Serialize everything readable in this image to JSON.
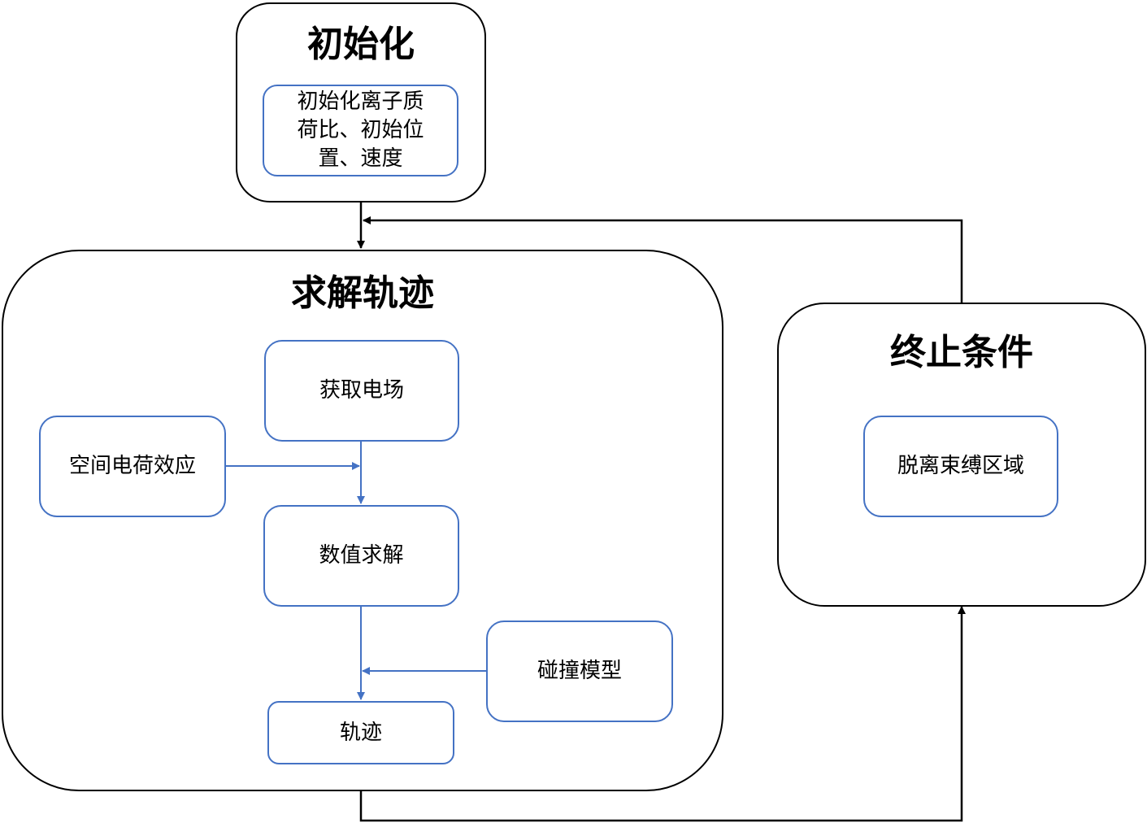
{
  "diagram": {
    "colors": {
      "container_border": "#000000",
      "node_border": "#4472c4",
      "inner_arrow": "#4472c4",
      "outer_arrow": "#000000"
    },
    "init": {
      "title": "初始化",
      "node": {
        "lines": [
          "初始化离子质",
          "荷比、初始位",
          "置、速度"
        ]
      }
    },
    "solve": {
      "title": "求解轨迹",
      "nodes": {
        "get_field": "获取电场",
        "space_charge": "空间电荷效应",
        "numeric_solve": "数值求解",
        "collision": "碰撞模型",
        "trajectory": "轨迹"
      }
    },
    "stop": {
      "title": "终止条件",
      "node": "脱离束缚区域"
    }
  }
}
